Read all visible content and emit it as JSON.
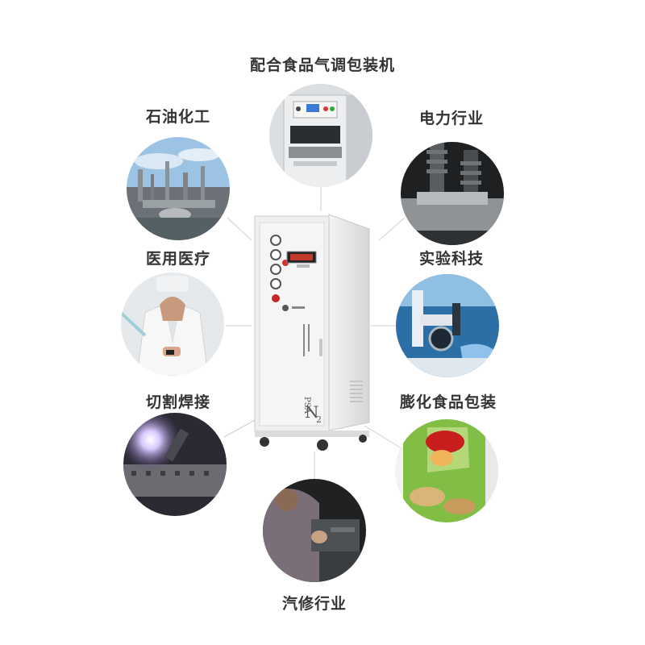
{
  "labels": {
    "packaging": "配合食品气调包装机",
    "petro": "石油化工",
    "power": "电力行业",
    "medical": "医用医疗",
    "lab": "实验科技",
    "welding": "切割焊接",
    "puffed": "膨化食品包装",
    "auto": "汽修行业"
  },
  "machine": {
    "psa": "PSA",
    "n2": "N",
    "n2_sub": "2"
  }
}
